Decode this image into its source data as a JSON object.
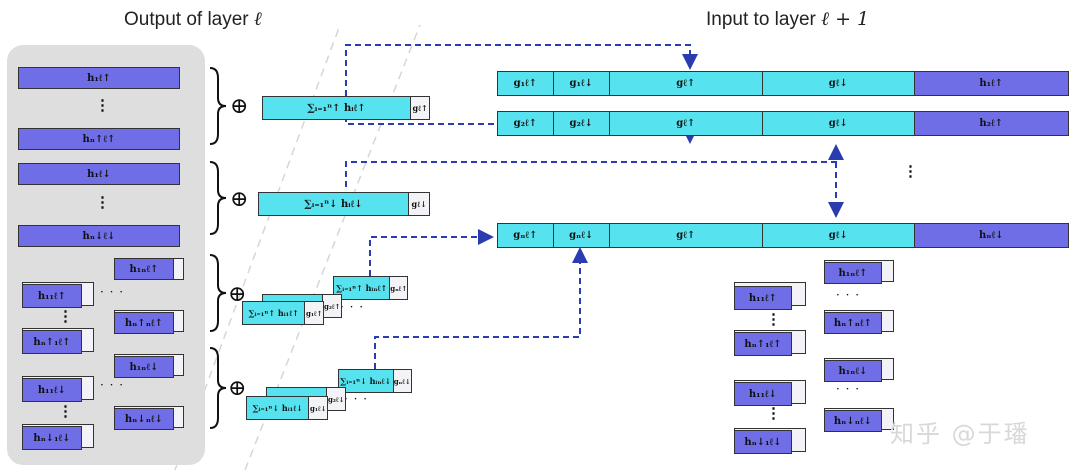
{
  "titles": {
    "output": "Output of layer",
    "output_math": "ℓ",
    "input": "Input to layer",
    "input_math": "ℓ + 1"
  },
  "left_column": {
    "up_first": "h₁ℓ↑",
    "up_last": "hₙ↑ℓ↑",
    "down_first": "h₁ℓ↓",
    "down_last": "hₙ↓ℓ↓",
    "pair_up_front_top": "h₁₁ℓ↑",
    "pair_up_back_top": "h₁ₙℓ↑",
    "pair_up_front_bottom": "hₙ↑₁ℓ↑",
    "pair_up_back_bottom": "hₙ↑ₙℓ↑",
    "pair_down_front_top": "h₁₁ℓ↓",
    "pair_down_back_top": "h₁ₙℓ↓",
    "pair_down_front_bottom": "hₙ↓₁ℓ↓",
    "pair_down_back_bottom": "hₙ↓ₙℓ↓"
  },
  "middle": {
    "sum_up_label": "∑ᵢ₌₁ⁿ↑ hᵢℓ↑",
    "sum_up_tail": "gℓ↑",
    "sum_down_label": "∑ᵢ₌₁ⁿ↓ hᵢℓ↓",
    "sum_down_tail": "gℓ↓",
    "pair_up_front": "∑ᵢ₌₁ⁿ↑ hᵢ₁ℓ↑",
    "pair_up_front_tail": "g₁ℓ↑",
    "pair_up_mid_tail": "g₂ℓ↑",
    "pair_up_back": "∑ᵢ₌₁ⁿ↑ hᵢₙℓ↑",
    "pair_up_back_tail": "gₙℓ↑",
    "pair_down_front": "∑ᵢ₌₁ⁿ↓ hᵢ₁ℓ↓",
    "pair_down_front_tail": "g₁ℓ↓",
    "pair_down_mid_tail": "g₂ℓ↓",
    "pair_down_back": "∑ᵢ₌₁ⁿ↓ hᵢₙℓ↓",
    "pair_down_back_tail": "gₙℓ↓",
    "oplus": "⊕"
  },
  "input_rows": [
    {
      "segments": [
        "g₁ℓ↑",
        "g₁ℓ↓",
        "gℓ↑",
        "gℓ↓",
        "h₁ℓ↑"
      ]
    },
    {
      "segments": [
        "g₂ℓ↑",
        "g₂ℓ↓",
        "gℓ↑",
        "gℓ↓",
        "h₂ℓ↑"
      ]
    },
    {
      "segments": [
        "gₙℓ↑",
        "gₙℓ↓",
        "gℓ↑",
        "gℓ↓",
        "hₙℓ↓"
      ]
    }
  ],
  "right_cluster": {
    "up_front_top": "h₁₁ℓ↑",
    "up_back_top": "h₁ₙℓ↑",
    "up_front_bottom": "hₙ↑₁ℓ↑",
    "up_back_bottom": "hₙ↑ₙℓ↑",
    "down_front_top": "h₁₁ℓ↓",
    "down_back_top": "h₁ₙℓ↓",
    "down_front_bottom": "hₙ↓₁ℓ↓",
    "down_back_bottom": "hₙ↓ₙℓ↓"
  },
  "ellipsis_vertical": "⋮",
  "ellipsis_horizontal": "· · ·",
  "watermark": "知乎 @于璠",
  "colors": {
    "purple": "#6f6ee6",
    "cyan": "#56e2ee",
    "arrow": "#2b3bb0",
    "panel": "#dedede"
  }
}
